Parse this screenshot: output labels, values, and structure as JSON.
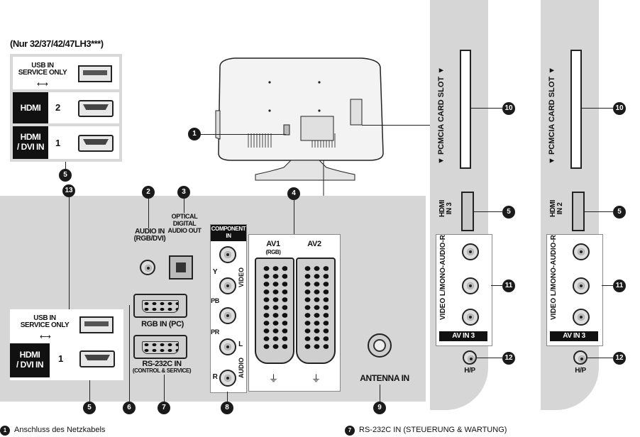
{
  "header": {
    "models_note": "(Nur 32/37/42/47LH3***)"
  },
  "callouts": {
    "n1": "1",
    "n2": "2",
    "n3": "3",
    "n4": "4",
    "n5": "5",
    "n6": "6",
    "n7": "7",
    "n8": "8",
    "n9": "9",
    "n10": "10",
    "n11": "11",
    "n12": "12",
    "n13": "13"
  },
  "top_panel": {
    "usb_label": "USB IN\nSERVICE ONLY",
    "hdmi_label": "HDMI",
    "hdmi_port_num": "2",
    "hdmi_dvi_label": "HDMI\n/ DVI IN",
    "hdmi_dvi_port_num": "1"
  },
  "main_panel": {
    "usb_label": "USB IN\nSERVICE ONLY",
    "hdmi_dvi_label": "HDMI\n/ DVI IN",
    "hdmi_dvi_port_num": "1",
    "audio_in_label": "AUDIO IN\n(RGB/DVI)",
    "optical_label": "OPTICAL\nDIGITAL\nAUDIO OUT",
    "rgb_in_label": "RGB IN (PC)",
    "rs232_label": "RS-232C IN",
    "rs232_sub_label": "(CONTROL & SERVICE)",
    "component_label": "COMPONENT\nIN",
    "video_label": "VIDEO",
    "audio_label": "AUDIO",
    "y_label": "Y",
    "pb_label": "PB",
    "pr_label": "PR",
    "l_label": "L",
    "r_label": "R",
    "av1_label": "AV1",
    "av1_sub_label": "(RGB)",
    "av2_label": "AV2",
    "antenna_label": "ANTENNA IN"
  },
  "side_panel_1": {
    "pcmcia_label": "▼ PCMCIA CARD SLOT ▼",
    "hdmi_label": "HDMI\nIN 3",
    "av_strip_label": "VIDEO L/MONO-AUDIO-R",
    "av_in_label": "AV IN 3",
    "hp_label": "H/P"
  },
  "side_panel_2": {
    "pcmcia_label": "▼ PCMCIA CARD SLOT ▼",
    "hdmi_label": "HDMI\nIN 2",
    "av_strip_label": "VIDEO L/MONO-AUDIO-R",
    "av_in_label": "AV IN 3",
    "hp_label": "H/P"
  },
  "footer": {
    "left_note": "Anschluss des Netzkabels",
    "right_note": "RS-232C IN (STEUERUNG & WARTUNG)"
  }
}
